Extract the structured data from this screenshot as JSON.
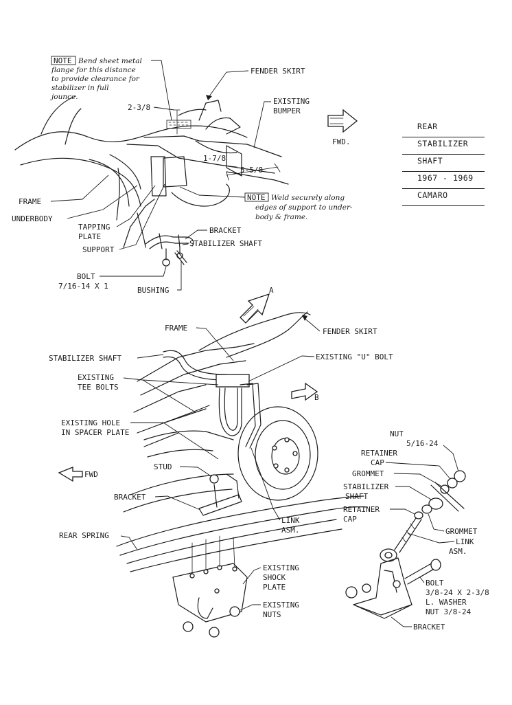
{
  "title_block": [
    "REAR",
    "STABILIZER",
    "SHAFT",
    "1967 - 1969",
    "CAMARO"
  ],
  "top_view": {
    "note1": {
      "tag": "NOTE",
      "lines": [
        "Bend sheet metal",
        "flange for this distance",
        "to provide clearance for",
        "stabilizer in full",
        "jounce."
      ]
    },
    "note2": {
      "tag": "NOTE",
      "lines": [
        "Weld securely along",
        "edges of support to under-",
        "body & frame."
      ]
    },
    "dims": [
      "2-3/8",
      "1-7/8",
      "5-5/8"
    ],
    "labels": {
      "fender_skirt": "FENDER SKIRT",
      "existing_bumper": [
        "EXISTING",
        "BUMPER"
      ],
      "fwd": "FWD.",
      "frame": "FRAME",
      "underbody": "UNDERBODY",
      "tapping_plate": [
        "TAPPING",
        "PLATE"
      ],
      "support": "SUPPORT",
      "bracket": "BRACKET",
      "stabilizer_shaft": "STABILIZER SHAFT",
      "bolt": [
        "BOLT",
        "7/16-14 X 1"
      ],
      "bushing": "BUSHING"
    }
  },
  "view_markers": {
    "a": "A",
    "b": "B"
  },
  "main_view": {
    "labels": {
      "frame": "FRAME",
      "fender_skirt": "FENDER SKIRT",
      "stabilizer_shaft": "STABILIZER SHAFT",
      "existing_u_bolt": "EXISTING \"U\" BOLT",
      "existing_tee_bolts": [
        "EXISTING",
        "TEE BOLTS"
      ],
      "existing_hole": [
        "EXISTING HOLE",
        "IN SPACER PLATE"
      ],
      "fwd": "FWD",
      "stud": "STUD",
      "bracket": "BRACKET",
      "link_asm": [
        "LINK",
        "ASM."
      ],
      "rear_spring": "REAR SPRING",
      "existing_shock_plate": [
        "EXISTING",
        "SHOCK",
        "PLATE"
      ],
      "existing_nuts": [
        "EXISTING",
        "NUTS"
      ]
    }
  },
  "detail_view": {
    "labels": {
      "nut": [
        "NUT",
        "5/16-24"
      ],
      "retainer_cap_top": [
        "RETAINER",
        "CAP"
      ],
      "grommet_top": "GROMMET",
      "stabilizer_shaft": [
        "STABILIZER",
        "SHAFT"
      ],
      "retainer_cap_bottom": [
        "RETAINER",
        "CAP"
      ],
      "grommet_bottom": "GROMMET",
      "link_asm": [
        "LINK",
        "ASM."
      ],
      "bolt": [
        "BOLT",
        "3/8-24 X 2-3/8",
        "L. WASHER",
        "NUT 3/8-24"
      ],
      "bracket": "BRACKET"
    }
  }
}
